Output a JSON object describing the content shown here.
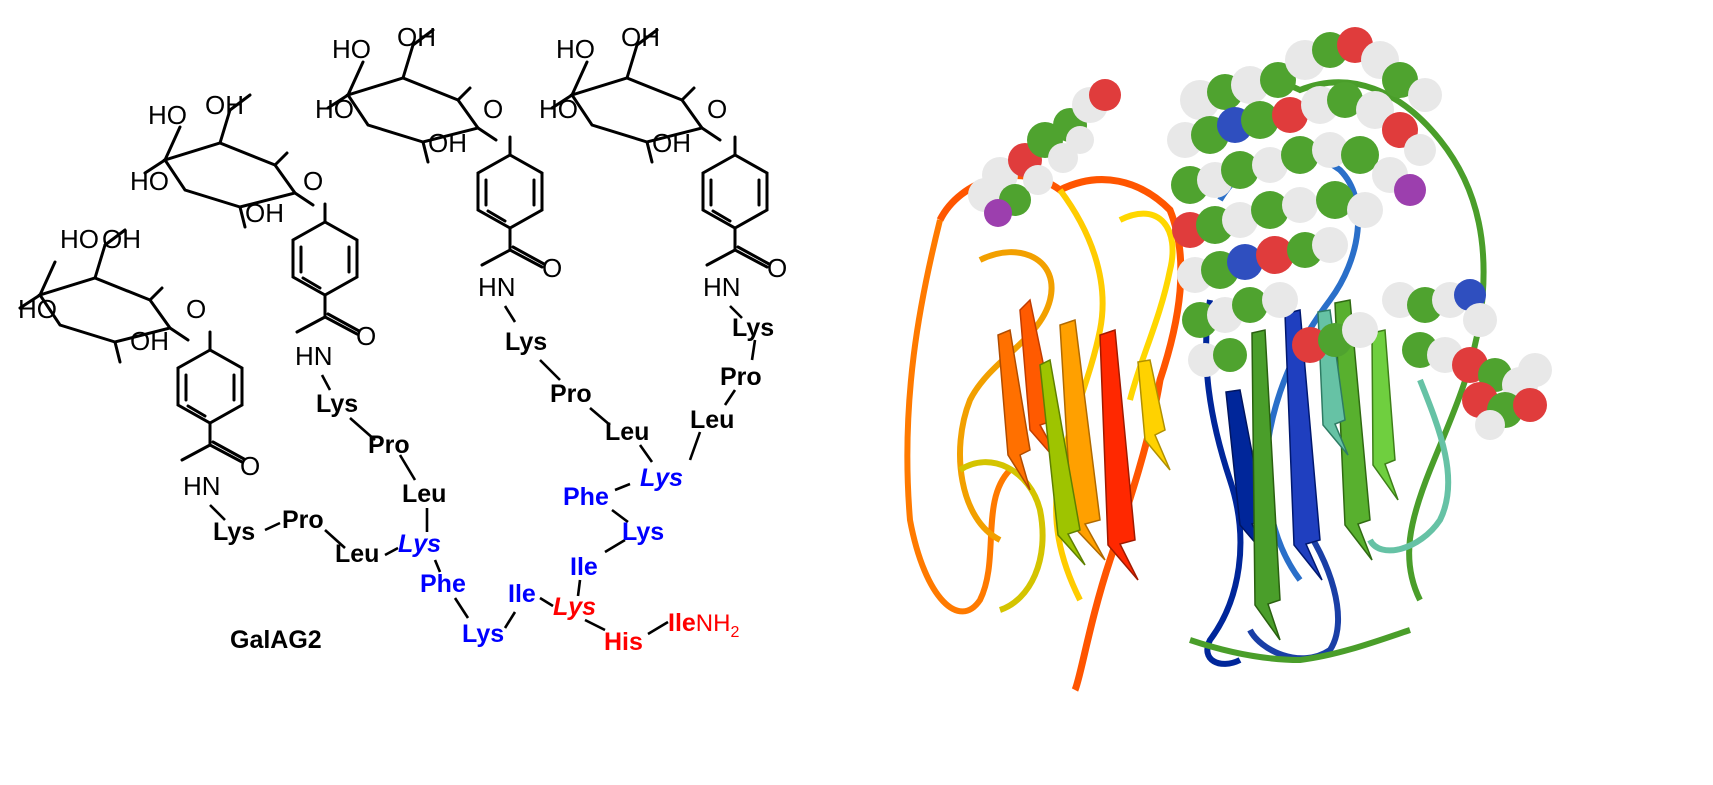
{
  "left_panel": {
    "compound_label": "GalAG2",
    "atoms": {
      "ho": "HO",
      "oh": "OH",
      "o": "O",
      "hn": "HN"
    },
    "residues": {
      "lys": "Lys",
      "pro": "Pro",
      "leu": "Leu",
      "phe": "Phe",
      "ile": "Ile",
      "his": "His",
      "ile_nh2_main": "Ile",
      "ile_nh2_suffix": "NH",
      "ile_nh2_sub": "2"
    },
    "colors": {
      "arm": "#000000",
      "core": "#0000ff",
      "center": "#ff0000"
    }
  },
  "right_panel": {
    "colors": {
      "ribbon_a": [
        "#ff3300",
        "#ff8000",
        "#ffcc00",
        "#99cc00"
      ],
      "ribbon_b": [
        "#00269a",
        "#2a6fc9",
        "#4a9e2a",
        "#66c2a5"
      ],
      "carbon": "#4fa32f",
      "oxygen": "#e03c3c",
      "hydrogen": "#e8e8e8",
      "nitrogen": "#2f4fbf",
      "iodine": "#9c3fae"
    }
  }
}
